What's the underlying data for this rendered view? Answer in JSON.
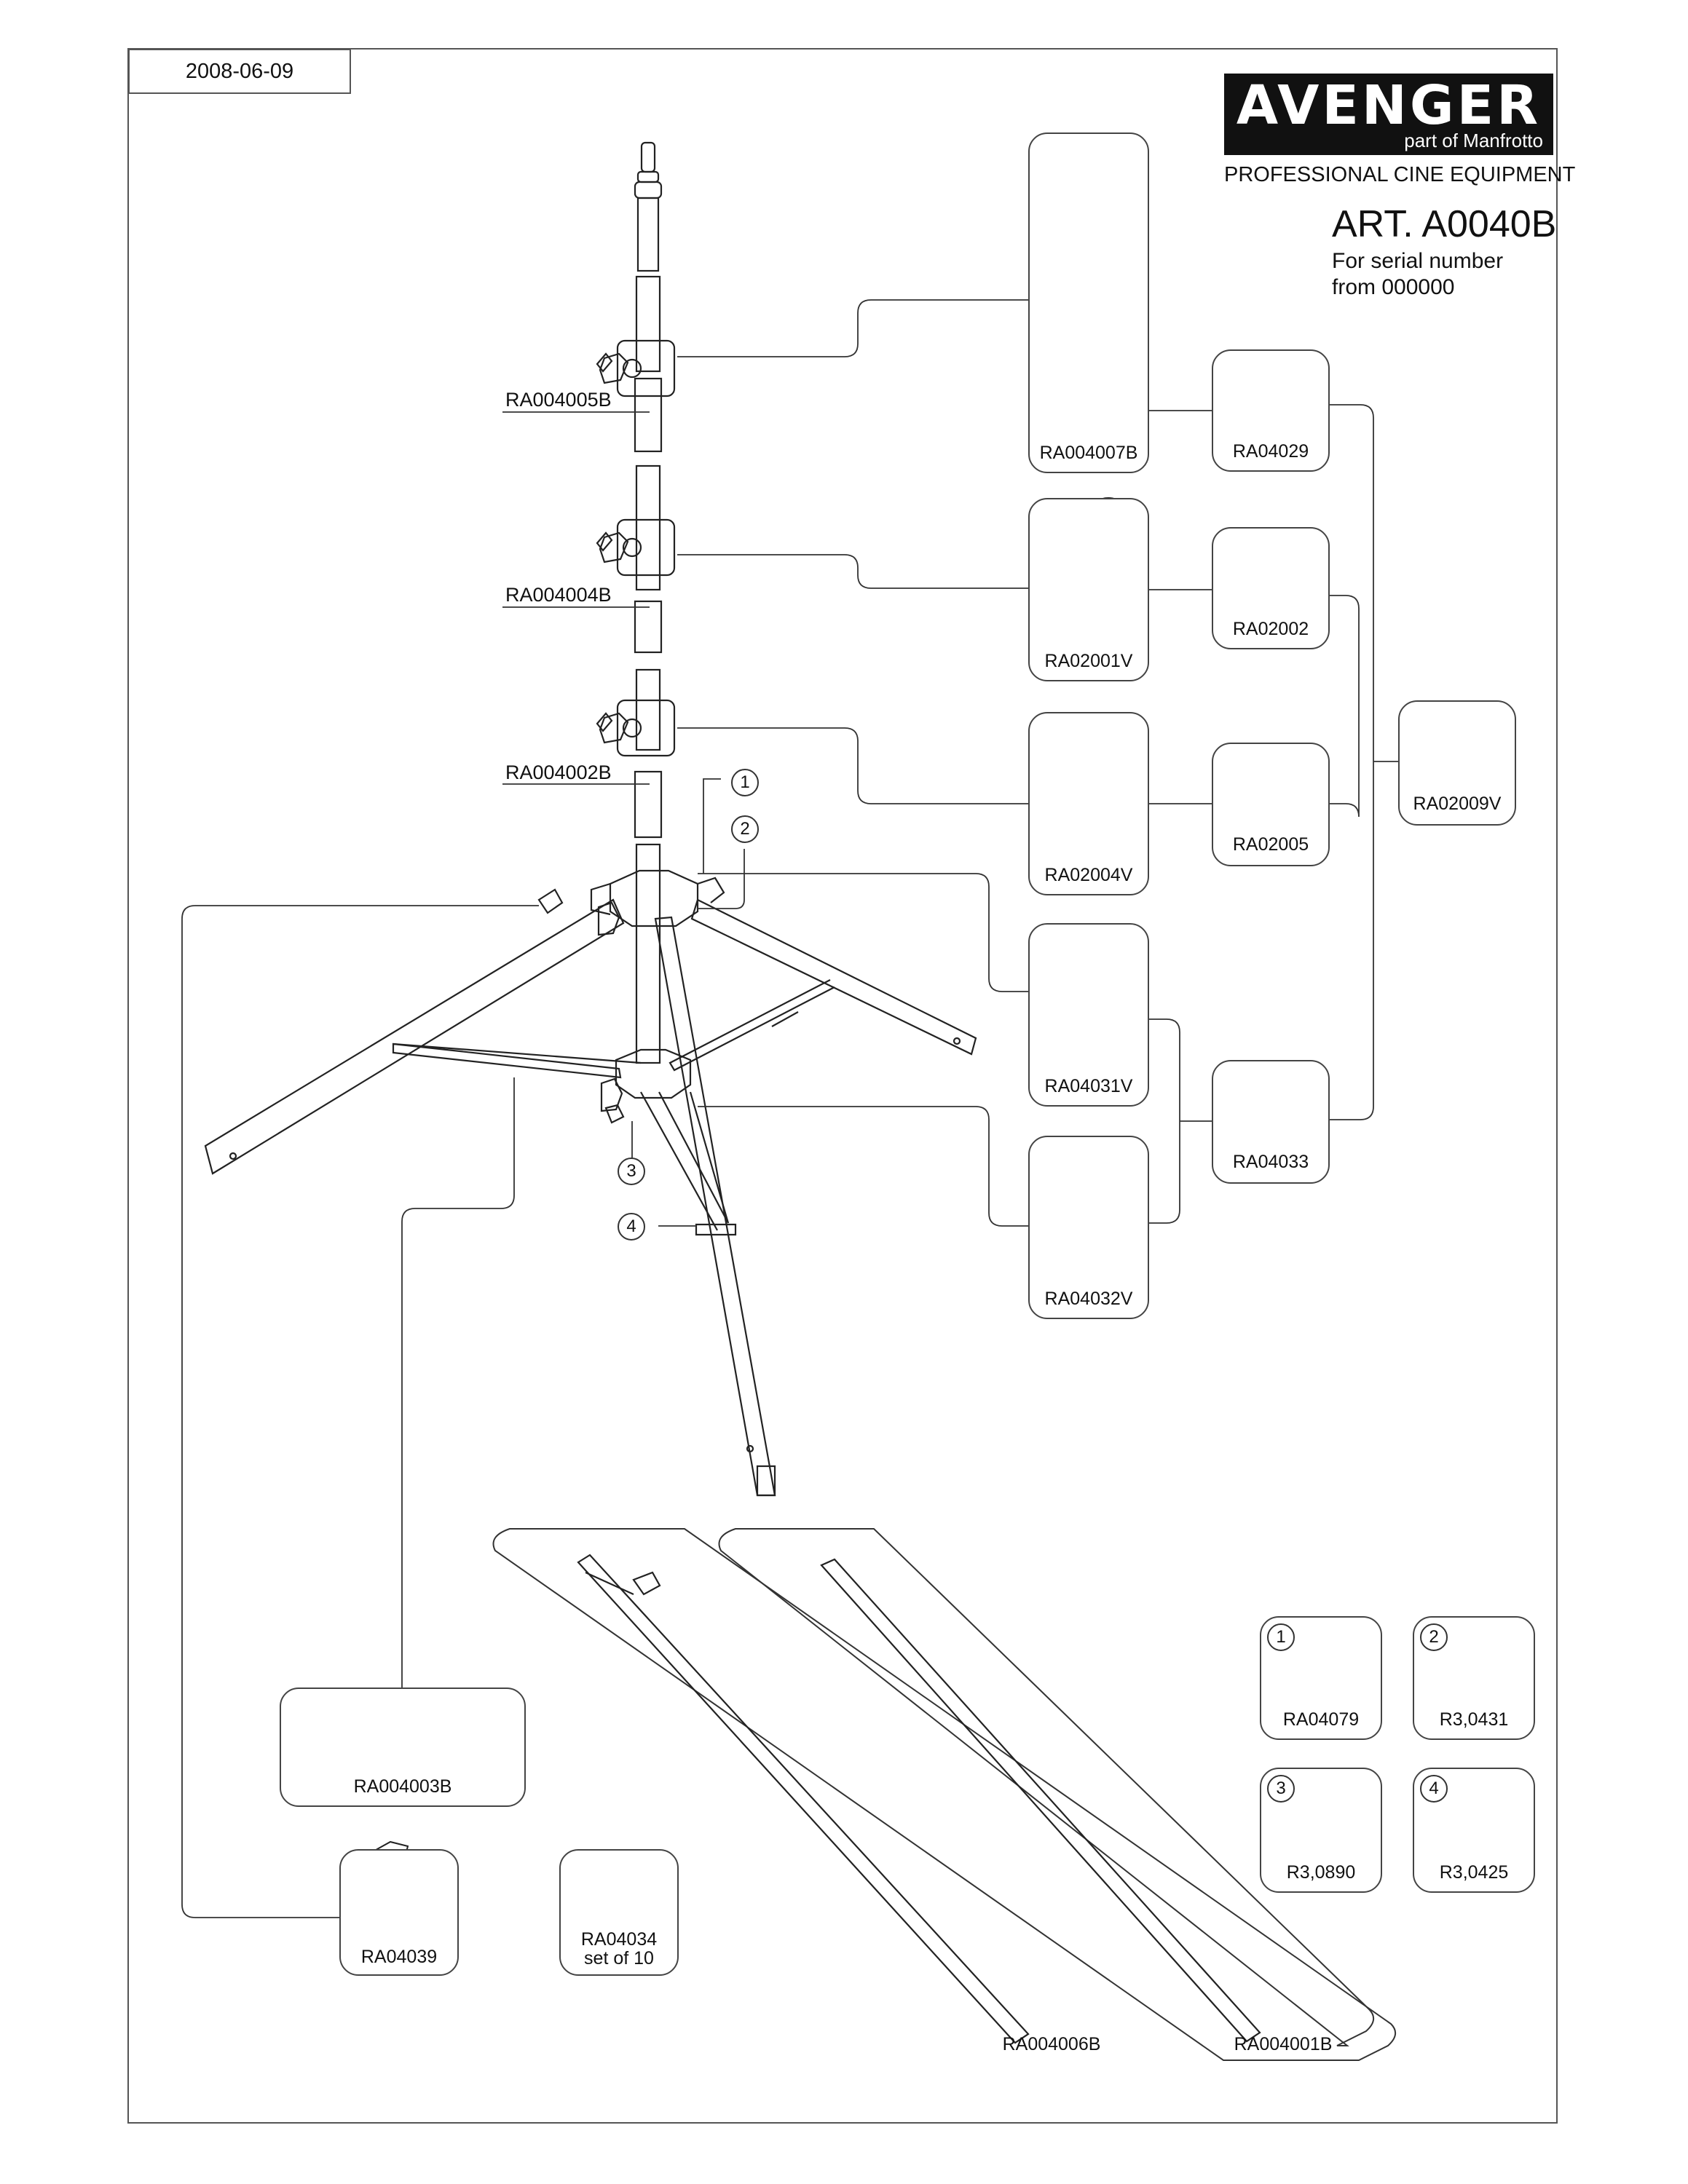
{
  "header": {
    "date": "2008-06-09",
    "brand": "AVENGER",
    "brand_sub": "part of Manfrotto",
    "tagline": "PROFESSIONAL CINE EQUIPMENT",
    "article": "ART. A0040B",
    "serial_line1": "For serial number",
    "serial_line2": "from 000000"
  },
  "callouts": {
    "top_section": "RA004005B",
    "middle_section": "RA004004B",
    "lower_section": "RA004002B"
  },
  "part_cards": {
    "top_clamp_assembly": "RA004007B",
    "lock_top": "RA04029",
    "middle_collar": "RA02001V",
    "lock_middle": "RA02002",
    "lower_collar": "RA02004V",
    "lock_lower": "RA02005",
    "knob": "RA02009V",
    "leg_head_upper": "RA04031V",
    "lock_leg": "RA04033",
    "leg_head_lower": "RA04032V",
    "brace": "RA004003B",
    "leg_lock_knob": "RA04039",
    "foot_cap": "RA04034",
    "foot_cap_qty": "set of 10",
    "leg_with_lock": "RA004006B",
    "leg_plain": "RA004001B",
    "bolt_1": "RA04079",
    "bolt_2": "R3,0431",
    "bolt_3": "R3,0890",
    "bolt_4": "R3,0425"
  },
  "markers": {
    "m1": "1",
    "m2": "2",
    "m3": "3",
    "m4": "4",
    "b1": "1",
    "b2": "2",
    "b3": "3",
    "b4": "4"
  },
  "colors": {
    "ink": "#111111",
    "frame": "#555555",
    "card_border": "#444444",
    "logo_bg": "#111111",
    "logo_text": "#ffffff"
  }
}
